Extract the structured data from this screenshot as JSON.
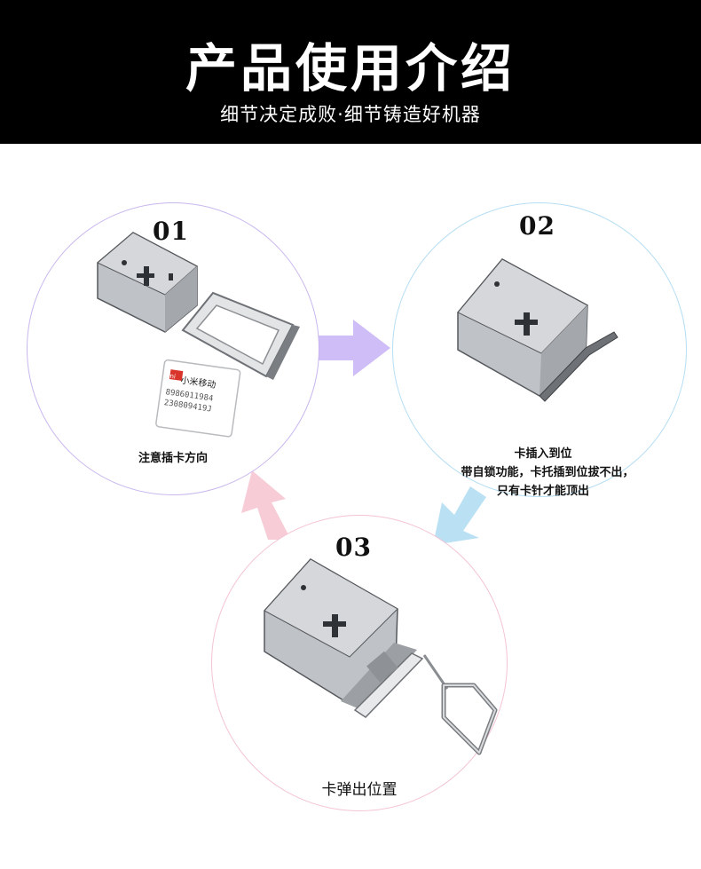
{
  "header": {
    "title": "产品使用介绍",
    "subtitle": "细节决定成败·细节铸造好机器"
  },
  "steps": [
    {
      "number": "01",
      "caption": "注意插卡方向"
    },
    {
      "number": "02",
      "caption_line1": "卡插入到位",
      "caption_line2": "带自锁功能，卡托插到位拔不出，",
      "caption_line3": "只有卡针才能顶出"
    },
    {
      "number": "03",
      "caption": "卡弹出位置"
    }
  ],
  "sim_card": {
    "brand_badge": "mi",
    "carrier": "小米移动",
    "line1": "8986011984",
    "line2": "230809419J"
  },
  "colors": {
    "header_bg": "#000000",
    "arrow_purple": "#c9b6f5",
    "arrow_blue": "#b3ddf2",
    "arrow_pink": "#f6c6d3",
    "sim_red": "#d9342b"
  }
}
